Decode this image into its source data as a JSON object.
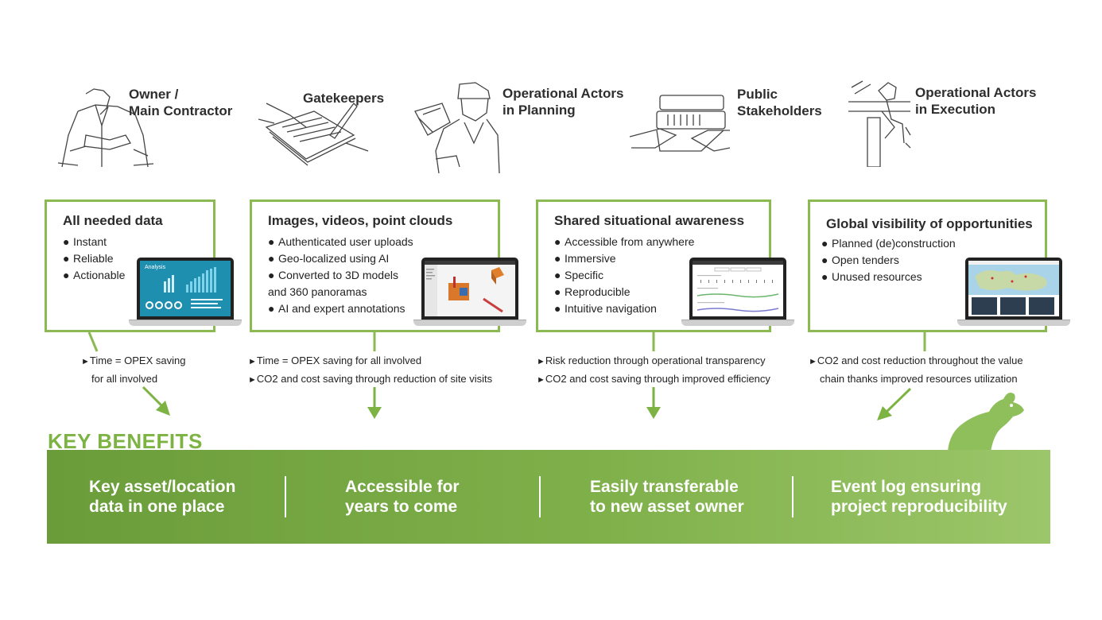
{
  "stakeholders": [
    {
      "line1": "Owner /",
      "line2": "Main Contractor",
      "icon": "business-person-sketch"
    },
    {
      "line1": "Gatekeepers",
      "line2": "",
      "icon": "signing-document-sketch"
    },
    {
      "line1": "Operational Actors",
      "line2": "in Planning",
      "icon": "engineer-with-plans-sketch"
    },
    {
      "line1": "Public",
      "line2": "Stakeholders",
      "icon": "binder-handover-sketch"
    },
    {
      "line1": "Operational Actors",
      "line2": "in Execution",
      "icon": "worker-on-pipe-sketch"
    }
  ],
  "boxes": [
    {
      "title": "All needed data",
      "items": [
        "Instant",
        "Reliable",
        "Actionable"
      ],
      "screen_title": "Analysis"
    },
    {
      "title": "Images, videos, point clouds",
      "items": [
        "Authenticated user uploads",
        "Geo-localized using AI",
        "Converted to 3D models",
        "and 360 panoramas",
        "AI and expert annotations"
      ]
    },
    {
      "title": "Shared situational awareness",
      "items": [
        "Accessible from anywhere",
        "Immersive",
        "Specific",
        "Reproducible",
        "Intuitive navigation"
      ]
    },
    {
      "title": "Global visibility of opportunities",
      "items": [
        "Planned (de)construction",
        "Open tenders",
        "Unused resources"
      ]
    }
  ],
  "bullet_symbol": "●",
  "benefits": [
    {
      "lines": [
        "Time = OPEX saving",
        "for all involved"
      ]
    },
    {
      "lines": [
        "Time = OPEX saving for all involved",
        "CO2 and cost saving through reduction of site visits"
      ]
    },
    {
      "lines": [
        "Risk reduction through operational transparency",
        "CO2 and cost saving through improved efficiency"
      ]
    },
    {
      "lines": [
        "CO2 and cost reduction throughout the value",
        "chain thanks improved resources utilization"
      ]
    }
  ],
  "arrow_symbol": "►",
  "key_benefits": {
    "title": "KEY BENEFITS",
    "items": [
      {
        "line1": "Key asset/location",
        "line2": "data in one place"
      },
      {
        "line1": "Accessible for",
        "line2": "years to come"
      },
      {
        "line1": "Easily transferable",
        "line2": "to new asset owner"
      },
      {
        "line1": "Event log ensuring",
        "line2": "project reproducibility"
      }
    ]
  },
  "colors": {
    "accent_green": "#8bba52",
    "band_green": "#7cb342",
    "mascot": "#8fbf5a"
  }
}
